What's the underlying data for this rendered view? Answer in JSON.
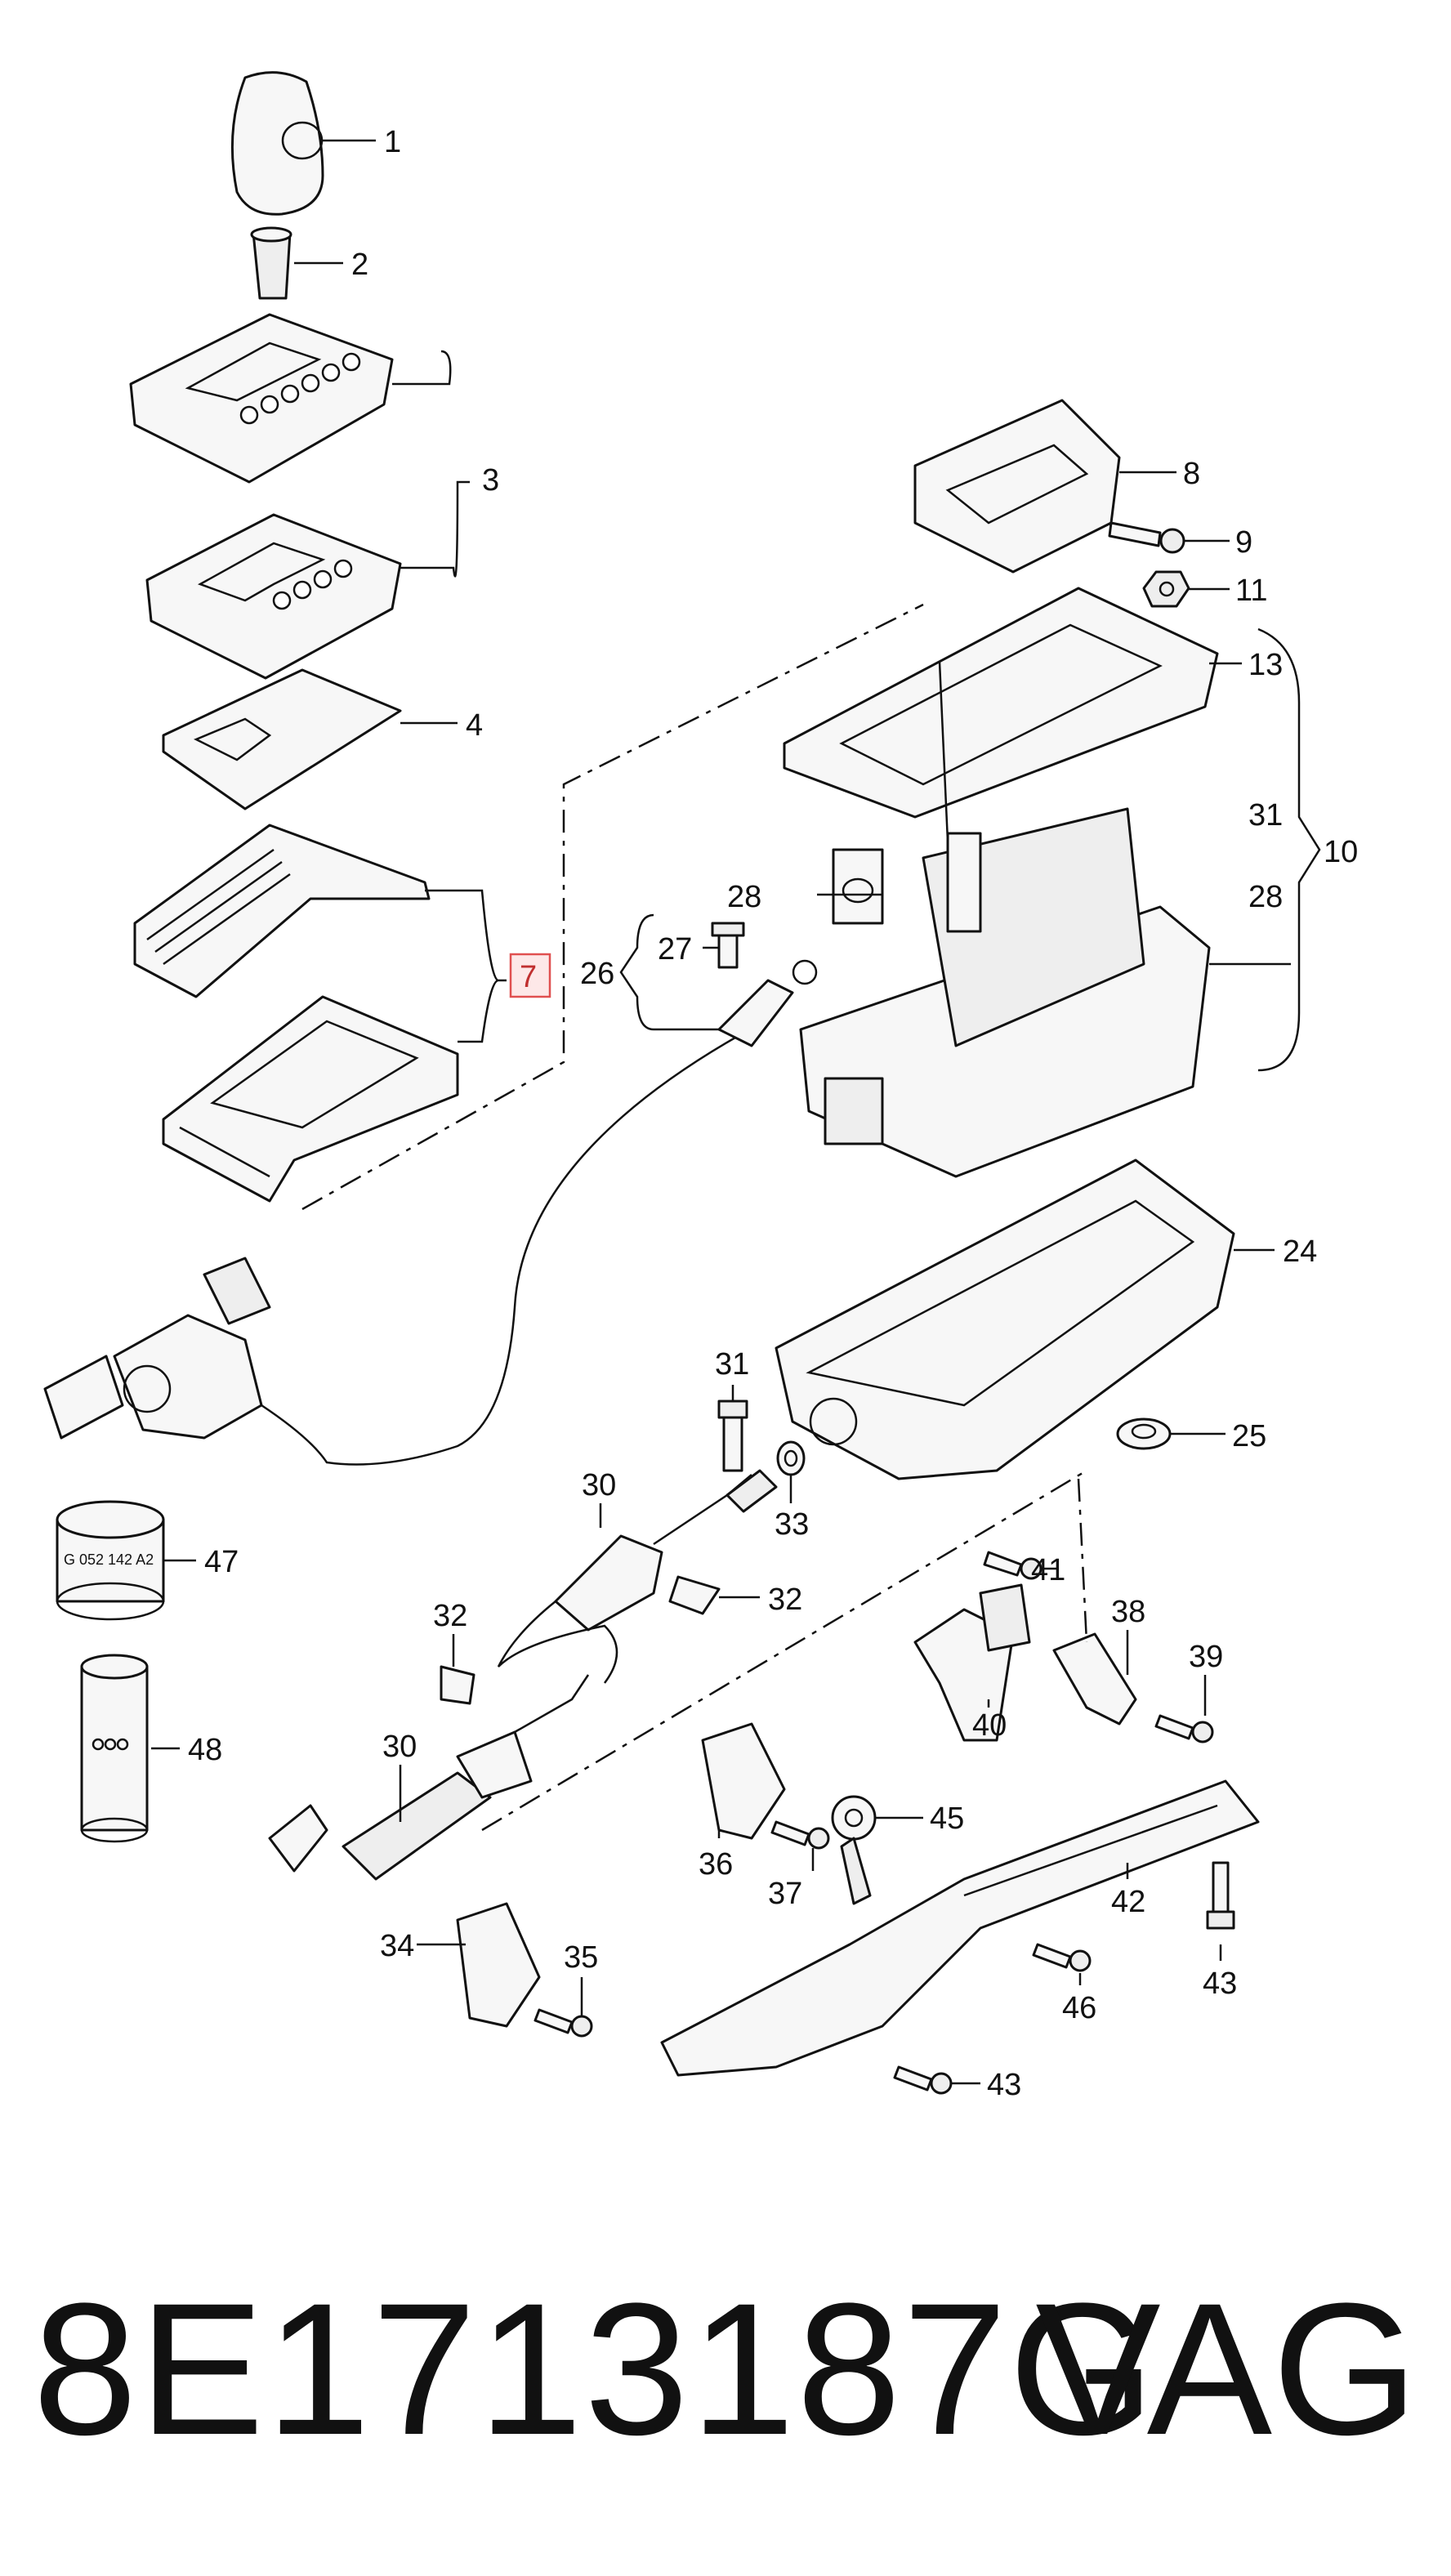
{
  "callouts": [
    "1",
    "2",
    "3",
    "4",
    "7",
    "8",
    "9",
    "11",
    "13",
    "31",
    "10",
    "28",
    "28",
    "26",
    "27",
    "24",
    "25",
    "31",
    "33",
    "30",
    "32",
    "47",
    "32",
    "41",
    "38",
    "39",
    "40",
    "30",
    "45",
    "36",
    "37",
    "42",
    "34",
    "35",
    "46",
    "43",
    "43",
    "48"
  ],
  "part_marking_47": "G 052 142 A2",
  "highlighted_callout": "7",
  "footer": {
    "part_number": "8E1713187G",
    "brand": "VAG"
  },
  "colors": {
    "line": "#111111",
    "highlight_border": "#e05050",
    "highlight_fill": "#fde8e8",
    "highlight_text": "#c03030"
  }
}
